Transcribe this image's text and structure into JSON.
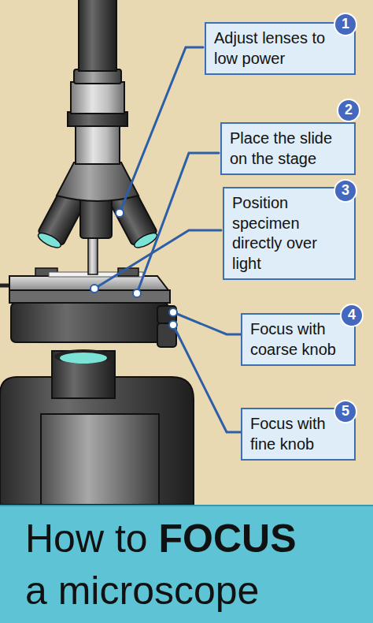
{
  "diagram": {
    "title": "How to FOCUS a microscope",
    "nodes": [
      {
        "text": [
          "Adjust lenses to low power"
        ]
      },
      {
        "text": [
          "1"
        ],
        "in": 0
      },
      {
        "text": [
          "Place the slide on the stage"
        ]
      },
      {
        "text": [
          "2"
        ],
        "in": 2
      },
      {
        "text": [
          "Position specimen directly over light"
        ]
      },
      {
        "text": [
          "3"
        ],
        "in": 4
      },
      {
        "text": [
          "Focus with coarse knob"
        ]
      },
      {
        "text": [
          "4"
        ],
        "in": 6
      },
      {
        "text": [
          "Focus with fine knob"
        ]
      },
      {
        "text": [
          "5"
        ],
        "in": 8
      }
    ]
  }
}
